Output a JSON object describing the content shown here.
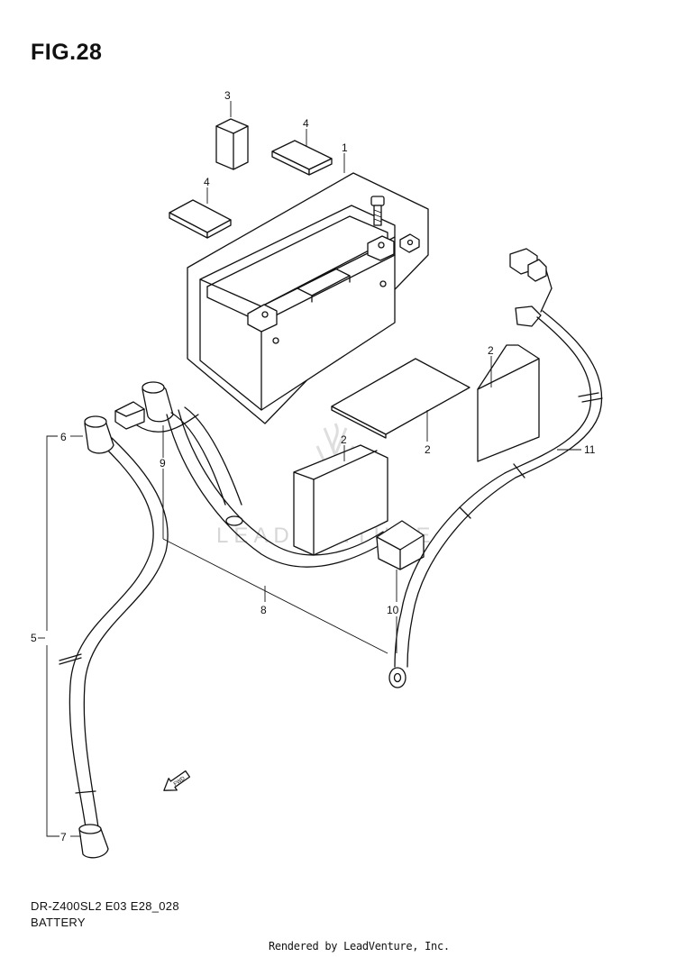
{
  "figure": {
    "title": "FIG.28"
  },
  "watermark": {
    "text": "LEADVENTURE"
  },
  "fwd_label": "FWD",
  "callouts": [
    {
      "id": "c1",
      "label": "1"
    },
    {
      "id": "c2a",
      "label": "2"
    },
    {
      "id": "c2b",
      "label": "2"
    },
    {
      "id": "c2c",
      "label": "2"
    },
    {
      "id": "c3",
      "label": "3"
    },
    {
      "id": "c4a",
      "label": "4"
    },
    {
      "id": "c4b",
      "label": "4"
    },
    {
      "id": "c5",
      "label": "5"
    },
    {
      "id": "c6",
      "label": "6"
    },
    {
      "id": "c7",
      "label": "7"
    },
    {
      "id": "c8",
      "label": "8"
    },
    {
      "id": "c9",
      "label": "9"
    },
    {
      "id": "c10",
      "label": "10"
    },
    {
      "id": "c11",
      "label": "11"
    }
  ],
  "footer": {
    "model": "DR-Z400SL2 E03 E28_028",
    "name": "BATTERY",
    "rendered_by": "Rendered by LeadVenture, Inc."
  }
}
